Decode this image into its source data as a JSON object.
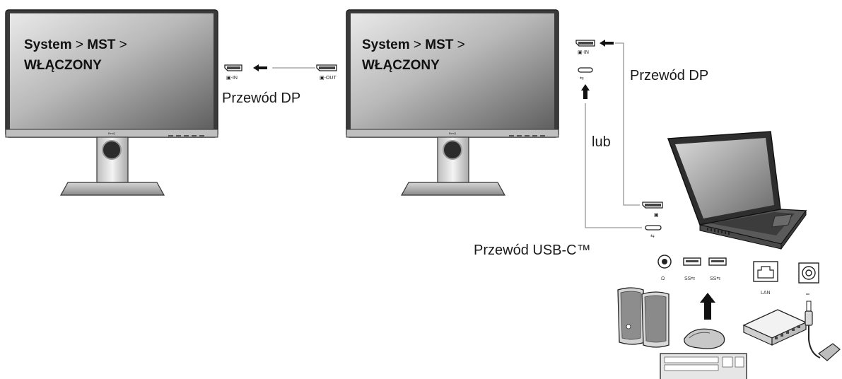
{
  "monitor1": {
    "osd_line1_bold1": "System",
    "osd_line1_sep": " > ",
    "osd_line1_bold2": "MST",
    "osd_line1_end": " >",
    "osd_line2": "WŁĄCZONY",
    "brand": "BenQ"
  },
  "monitor2": {
    "osd_line1_bold1": "System",
    "osd_line1_sep": " > ",
    "osd_line1_bold2": "MST",
    "osd_line1_end": " >",
    "osd_line2": "WŁĄCZONY",
    "brand": "BenQ"
  },
  "labels": {
    "dp_cable_middle": "Przewód DP",
    "dp_cable_right": "Przewód DP",
    "or": "lub",
    "usbc_cable": "Przewód USB-C™"
  },
  "ports": {
    "dp_in_left": "▣-IN",
    "dp_out": "▣-OUT",
    "dp_in_right": "▣-IN",
    "dp_laptop": "▣",
    "usbc_monitor": "⇆",
    "usbc_laptop": "⇆",
    "headphone": "Ω",
    "ss_usb1": "SS⇆",
    "ss_usb2": "SS⇆",
    "lan": "LAN",
    "power": "═"
  }
}
